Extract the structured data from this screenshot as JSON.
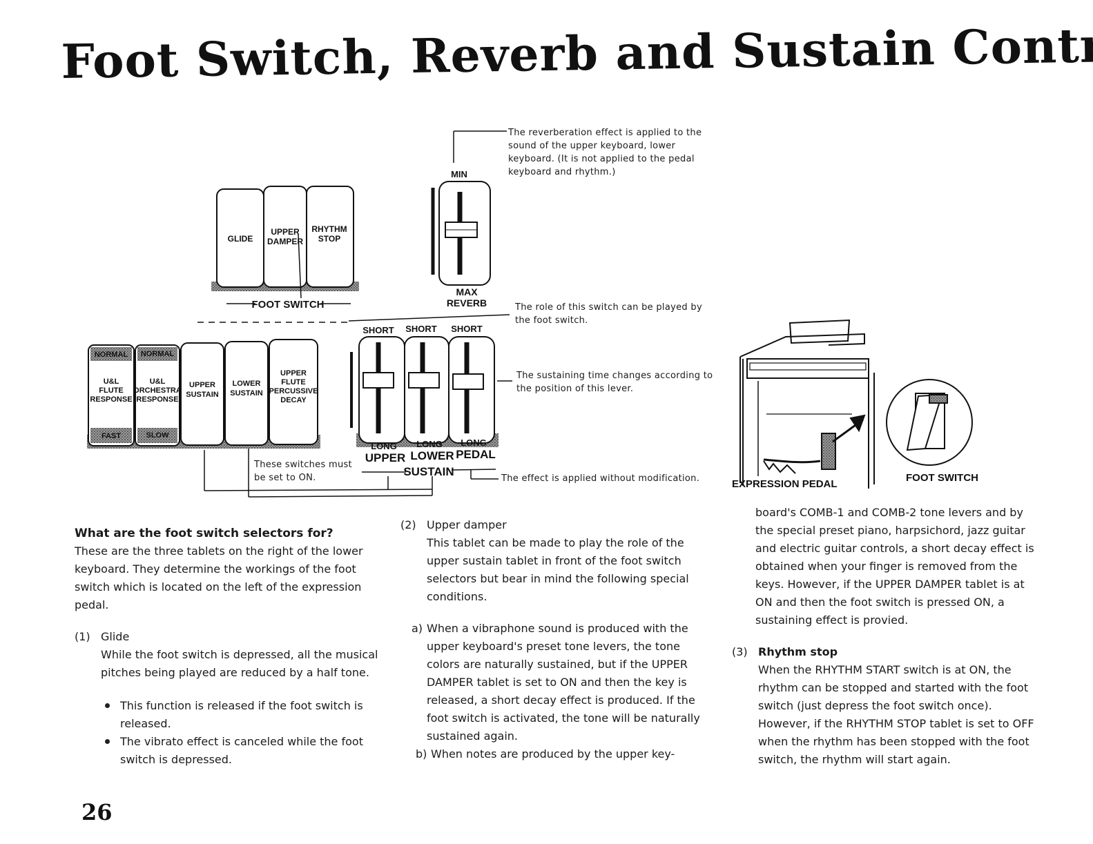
{
  "title": "Foot Switch, Reverb and Sustain Controls",
  "diagram": {
    "top_tablets": [
      "GLIDE",
      "UPPER DAMPER",
      "RHYTHM STOP"
    ],
    "foot_switch_label": "FOOT SWITCH",
    "reverb_min": "MIN",
    "reverb_max": "MAX REVERB",
    "lower_tablets": [
      {
        "top": "NORMAL",
        "middle": "U&L FLUTE RESPONSE",
        "bottom": "FAST"
      },
      {
        "top": "NORMAL",
        "middle": "U&L ORCHESTRA RESPONSE",
        "bottom": "SLOW"
      },
      {
        "middle": "UPPER SUSTAIN"
      },
      {
        "middle": "LOWER SUSTAIN"
      },
      {
        "middle": "UPPER FLUTE PERCUSSIVE DECAY"
      }
    ],
    "sustain_short": [
      "SHORT",
      "SHORT",
      "SHORT"
    ],
    "sustain_long": [
      "LONG",
      "LONG",
      "LONG"
    ],
    "sustain_names": [
      "UPPER",
      "LOWER",
      "PEDAL"
    ],
    "sustain_label": "SUSTAIN",
    "must_be_on_note": "These switches must be set to ON.",
    "expression_pedal": "EXPRESSION PEDAL",
    "foot_switch_callout": "FOOT SWITCH"
  },
  "notes": {
    "reverb": "The reverberation effect is applied to the sound of the upper keyboard, lower keyboard. (It is not applied to the pedal keyboard and rhythm.)",
    "role": "The role of this switch can be played by the foot switch.",
    "sustain": "The sustaining time changes according to the position of this lever.",
    "effect": "The effect is applied without modification."
  },
  "col1": {
    "heading": "What are the foot switch selectors for?",
    "intro": "These are the three tablets on the right of the lower keyboard. They determine the workings of the foot switch which is located on the left of the expression pedal.",
    "item_num": "(1)",
    "item_title": "Glide",
    "item_body": "While the foot switch is depressed, all the musical pitches being played are reduced by a half tone.",
    "bullet1": "This function is released if the foot switch is released.",
    "bullet2": "The vibrato effect is canceled while the foot switch is depressed."
  },
  "col2": {
    "item_num": "(2)",
    "item_title": "Upper damper",
    "item_body": "This tablet can be made to play the role of the upper sustain tablet in front of the foot switch selectors but bear in mind the following special conditions.",
    "a_label": "a)",
    "a_text": "When a vibraphone sound is produced with the upper keyboard's preset tone levers, the tone colors are naturally sustained, but if the UPPER DAMPER tablet is set to ON and then the key is released, a short decay effect is produced. If the foot switch is activated, the tone will be naturally sustained again.",
    "b_label": "b)",
    "b_text": "When notes are produced by the upper key-"
  },
  "col3": {
    "cont": "board's COMB-1 and COMB-2 tone levers and by the special preset piano, harpsichord, jazz guitar and electric guitar controls, a short decay effect is obtained when your finger is removed from the keys. However, if the UPPER DAMPER tablet is at ON and then the foot switch is pressed ON, a sustaining effect is provied.",
    "item_num": "(3)",
    "item_title": "Rhythm stop",
    "item_body": "When the RHYTHM START switch is at ON, the rhythm can be stopped and started with the foot switch (just depress the foot switch once). However, if the RHYTHM STOP tablet is set to OFF when the rhythm has been stopped with the foot switch, the rhythm will start again."
  },
  "page_number": "26"
}
